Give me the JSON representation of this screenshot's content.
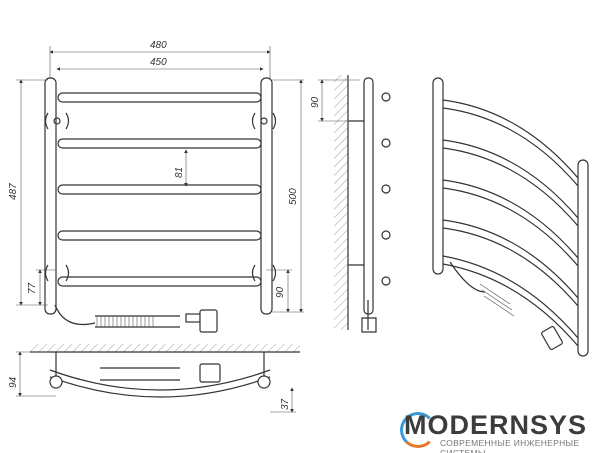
{
  "dimensions": {
    "front": {
      "total_width": "480",
      "axis_width": "450",
      "height_left": "487",
      "rung_spacing": "81",
      "height_right": "500",
      "bottom_left": "77",
      "bottom_right": "90"
    },
    "side": {
      "top_offset": "90"
    },
    "top": {
      "depth": "94",
      "bow": "37"
    }
  },
  "logo": {
    "brand": "MODERNSYS",
    "tagline": "СОВРЕМЕННЫЕ ИНЖЕНЕРНЫЕ СИСТЕМЫ",
    "colors": {
      "blue": "#3a9ad9",
      "orange": "#e6762a"
    }
  }
}
